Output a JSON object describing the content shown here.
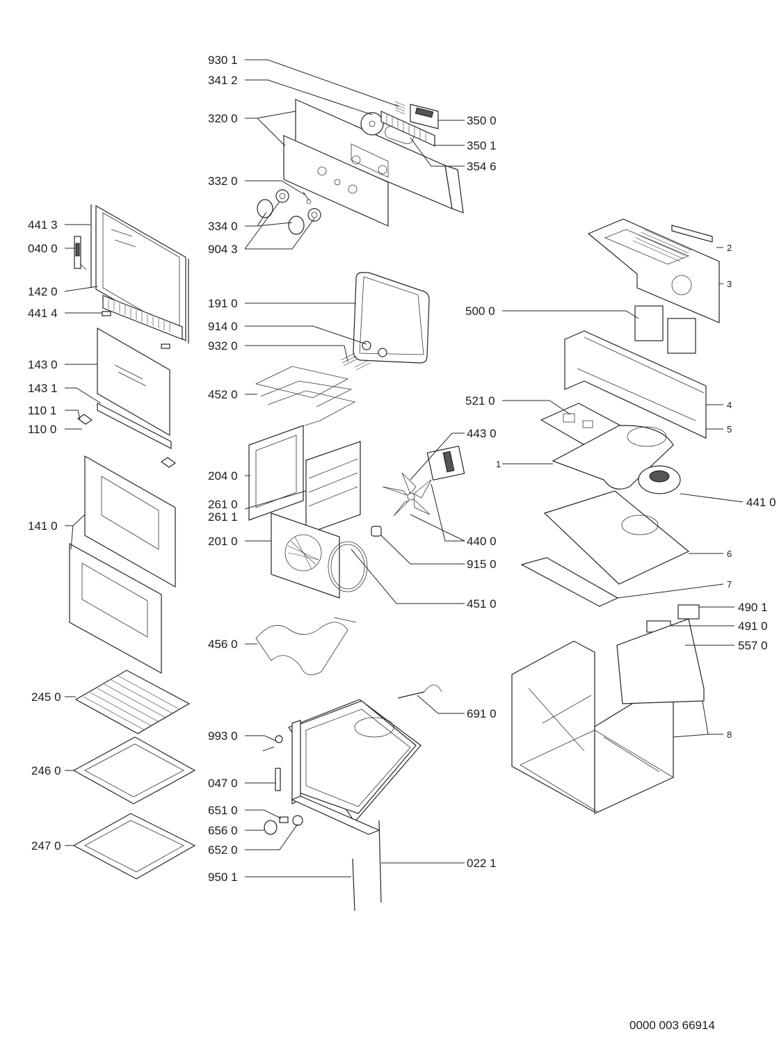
{
  "document_number": "0000 003 66914",
  "part_labels": [
    "930 1",
    "341 2",
    "320 0",
    "350 0",
    "350 1",
    "354 6",
    "332 0",
    "334 0",
    "904 3",
    "441 3",
    "040 0",
    "142 0",
    "441 4",
    "143 0",
    "143 1",
    "110 1",
    "110 0",
    "141 0",
    "191 0",
    "914 0",
    "932 0",
    "452 0",
    "204 0",
    "261 0",
    "261 1",
    "201 0",
    "443 0",
    "440 0",
    "915 0",
    "451 0",
    "2",
    "3",
    "500 0",
    "4",
    "521 0",
    "5",
    "1",
    "441 0",
    "6",
    "7",
    "490 1",
    "491 0",
    "557 0",
    "8",
    "456 0",
    "245 0",
    "246 0",
    "247 0",
    "691 0",
    "993 0",
    "047 0",
    "651 0",
    "656 0",
    "652 0",
    "022 1",
    "950 1"
  ]
}
